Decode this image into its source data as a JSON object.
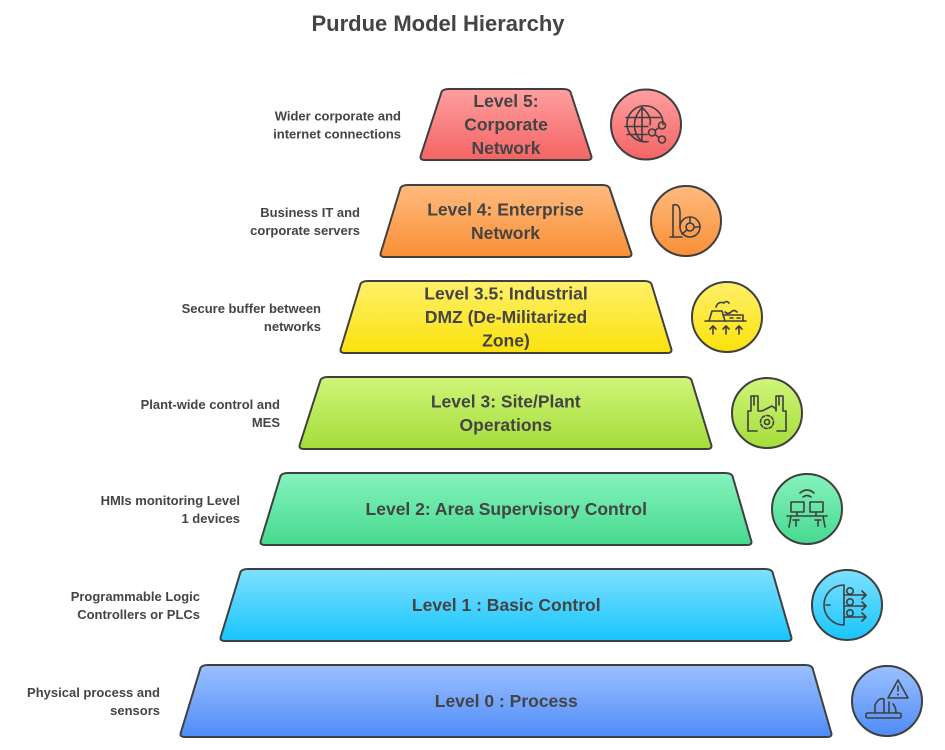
{
  "title": "Purdue Model Hierarchy",
  "levels": [
    {
      "id": "level-5",
      "label_lines": [
        "Level 5:",
        "Corporate",
        "Network"
      ],
      "description_lines": [
        "Wider corporate and",
        "internet connections"
      ],
      "icon": "globe-share-icon",
      "color_top": "#ff9f9f",
      "color_bottom": "#f46464"
    },
    {
      "id": "level-4",
      "label_lines": [
        "Level 4: Enterprise",
        "Network"
      ],
      "description_lines": [
        "Business IT and",
        "corporate servers"
      ],
      "icon": "enterprise-chart-icon",
      "color_top": "#ffbb7f",
      "color_bottom": "#f98f36"
    },
    {
      "id": "level-3-5",
      "label_lines": [
        "Level 3.5: Industrial",
        "DMZ (De-Militarized",
        "Zone)"
      ],
      "description_lines": [
        "Secure buffer between",
        "networks"
      ],
      "icon": "factory-buffer-icon",
      "color_top": "#fff06a",
      "color_bottom": "#fbe20c"
    },
    {
      "id": "level-3",
      "label_lines": [
        "Level 3: Site/Plant",
        "Operations"
      ],
      "description_lines": [
        "Plant-wide control and",
        "MES"
      ],
      "icon": "plant-gear-icon",
      "color_top": "#cff57a",
      "color_bottom": "#a5dd3a"
    },
    {
      "id": "level-2",
      "label_lines": [
        "Level 2: Area Supervisory Control"
      ],
      "description_lines": [
        "HMIs monitoring Level",
        "1 devices"
      ],
      "icon": "workstations-wifi-icon",
      "color_top": "#86f3bd",
      "color_bottom": "#46d98f"
    },
    {
      "id": "level-1",
      "label_lines": [
        "Level 1 : Basic Control"
      ],
      "description_lines": [
        "Programmable Logic",
        "Controllers or PLCs"
      ],
      "icon": "logic-controller-icon",
      "color_top": "#7fe0ff",
      "color_bottom": "#18c5fb"
    },
    {
      "id": "level-0",
      "label_lines": [
        "Level 0 : Process"
      ],
      "description_lines": [
        "Physical process and",
        "sensors"
      ],
      "icon": "sensor-warning-icon",
      "color_top": "#9cc0ff",
      "color_bottom": "#4f8cf7"
    }
  ],
  "colors": {
    "text": "#444444",
    "outline": "#3f3f3f",
    "background": "#ffffff"
  }
}
